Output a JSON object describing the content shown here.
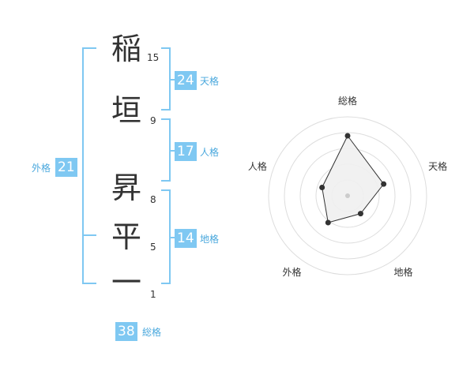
{
  "name_chars": [
    {
      "char": "稲",
      "strokes": "15"
    },
    {
      "char": "垣",
      "strokes": "9"
    },
    {
      "char": "昇",
      "strokes": "8"
    },
    {
      "char": "平",
      "strokes": "5"
    },
    {
      "char": "一",
      "strokes": "1"
    }
  ],
  "grid": {
    "tenkaku": {
      "value": "24",
      "label": "天格"
    },
    "jinkaku": {
      "value": "17",
      "label": "人格"
    },
    "chikaku": {
      "value": "14",
      "label": "地格"
    },
    "gaikaku": {
      "value": "21",
      "label": "外格"
    },
    "soukaku": {
      "value": "38",
      "label": "総格"
    }
  },
  "chart_data": {
    "type": "radar",
    "axes": [
      "総格",
      "天格",
      "地格",
      "外格",
      "人格"
    ],
    "values": [
      38,
      24,
      14,
      21,
      17
    ],
    "colors": {
      "fill": "#f0f0f0",
      "line": "#333333",
      "grid": "#dddddd",
      "accent": "#7fc8f2"
    }
  }
}
